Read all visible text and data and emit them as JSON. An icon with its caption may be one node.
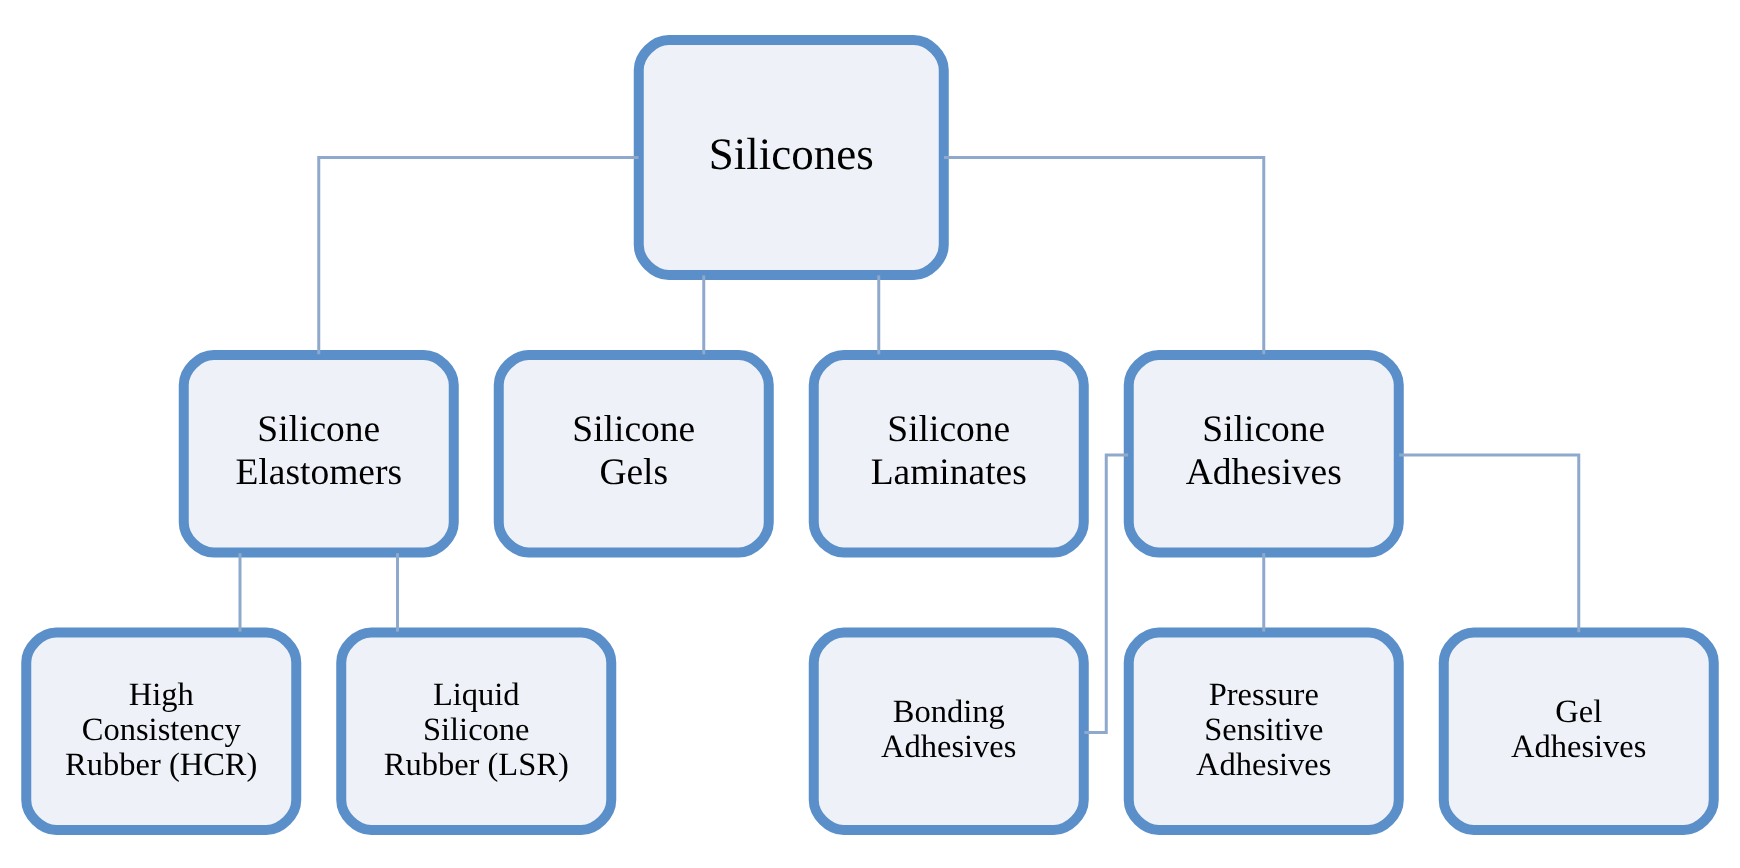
{
  "diagram": {
    "nodes": [
      {
        "text": [
          "Silicones"
        ]
      },
      {
        "text": [
          "Silicone Elastomers"
        ]
      },
      {
        "text": [
          "Silicone Gels"
        ]
      },
      {
        "text": [
          "Silicone Laminates"
        ]
      },
      {
        "text": [
          "Silicone Adhesives"
        ]
      },
      {
        "text": [
          "High Consistency Rubber (HCR)"
        ]
      },
      {
        "text": [
          "Liquid Silicone Rubber (LSR)"
        ]
      },
      {
        "text": [
          "Bonding Adhesives"
        ]
      },
      {
        "text": [
          "Pressure Sensitive Adhesives"
        ]
      },
      {
        "text": [
          "Gel Adhesives"
        ]
      }
    ],
    "edges": [
      {
        "from": 0,
        "to": 1,
        "arrow": "none"
      },
      {
        "from": 0,
        "to": 2,
        "arrow": "none"
      },
      {
        "from": 0,
        "to": 3,
        "arrow": "none"
      },
      {
        "from": 0,
        "to": 4,
        "arrow": "none"
      },
      {
        "from": 1,
        "to": 5,
        "arrow": "none"
      },
      {
        "from": 1,
        "to": 6,
        "arrow": "none"
      },
      {
        "from": 4,
        "to": 7,
        "arrow": "none"
      },
      {
        "from": 4,
        "to": 8,
        "arrow": "none"
      },
      {
        "from": 4,
        "to": 9,
        "arrow": "none"
      }
    ]
  }
}
